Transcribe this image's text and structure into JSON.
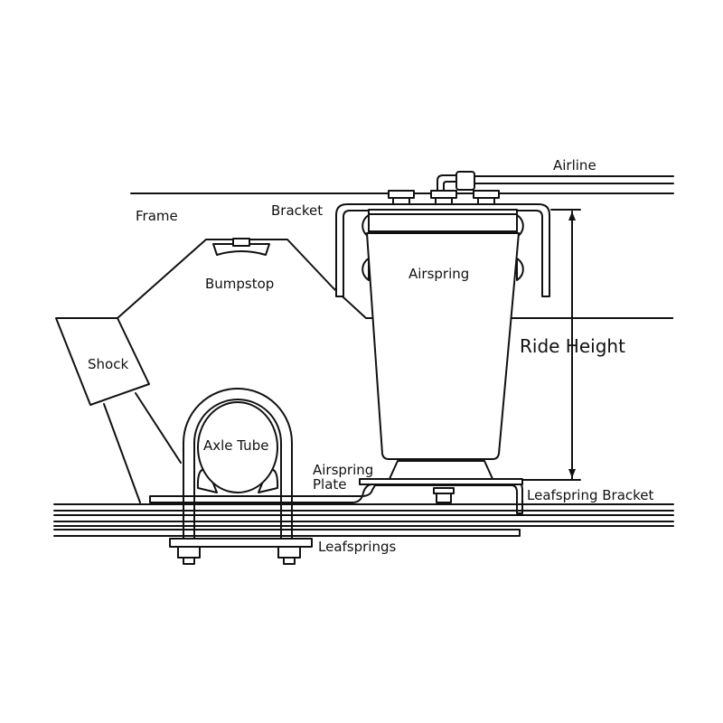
{
  "labels": {
    "airline": "Airline",
    "frame": "Frame",
    "bracket": "Bracket",
    "bumpstop": "Bumpstop",
    "airspring": "Airspring",
    "shock": "Shock",
    "ride_height": "Ride Height",
    "axle_tube": "Axle Tube",
    "airspring_plate_line1": "Airspring",
    "airspring_plate_line2": "Plate",
    "leafspring_bracket": "Leafspring Bracket",
    "leafsprings": "Leafsprings"
  },
  "colors": {
    "stroke": "#111111",
    "background": "#ffffff"
  }
}
